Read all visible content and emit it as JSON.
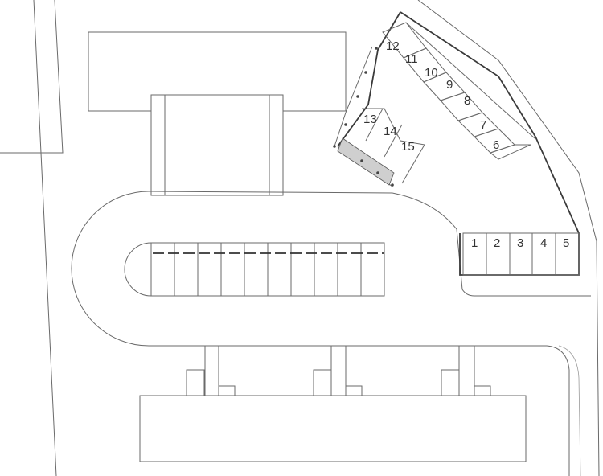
{
  "site_plan": {
    "parking_stalls": {
      "numbered": [
        {
          "label": "1"
        },
        {
          "label": "2"
        },
        {
          "label": "3"
        },
        {
          "label": "4"
        },
        {
          "label": "5"
        },
        {
          "label": "6"
        },
        {
          "label": "7"
        },
        {
          "label": "8"
        },
        {
          "label": "9"
        },
        {
          "label": "10"
        },
        {
          "label": "11"
        },
        {
          "label": "12"
        },
        {
          "label": "13"
        },
        {
          "label": "14"
        },
        {
          "label": "15"
        }
      ]
    },
    "colors": {
      "line": "#6a6a6a",
      "bold_line": "#3a3a3a",
      "background": "#ffffff"
    }
  }
}
